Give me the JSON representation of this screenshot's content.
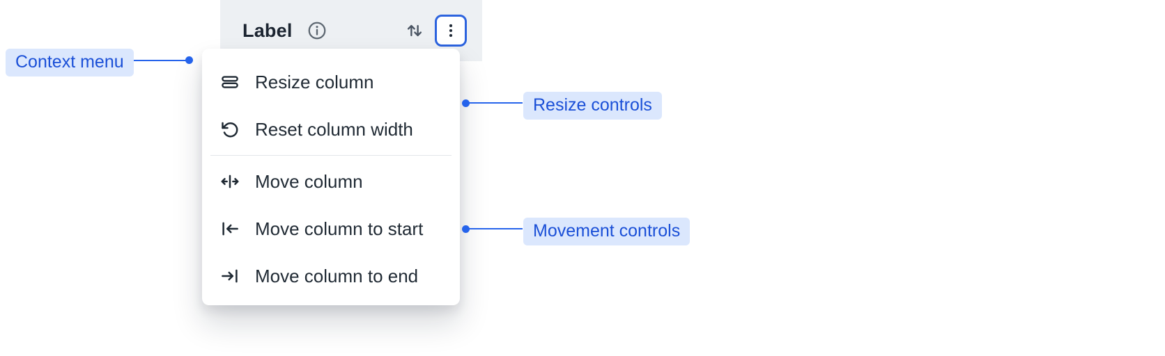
{
  "header": {
    "label": "Label",
    "icons": {
      "info": "info-icon",
      "sort": "sort-vertical-icon",
      "menu": "kebab-menu-icon"
    }
  },
  "menu": {
    "items": [
      {
        "label": "Resize column",
        "icon": "resize-column-icon"
      },
      {
        "label": "Reset column width",
        "icon": "reset-column-width-icon"
      },
      {
        "label": "Move column",
        "icon": "move-column-icon"
      },
      {
        "label": "Move column to start",
        "icon": "move-column-start-icon"
      },
      {
        "label": "Move column to end",
        "icon": "move-column-end-icon"
      }
    ],
    "divider_after_index": 1
  },
  "annotations": {
    "context_menu": "Context menu",
    "resize_controls": "Resize controls",
    "movement_controls": "Movement controls"
  },
  "colors": {
    "annotation_text": "#1a4fd7",
    "annotation_bg": "#dbe7fd",
    "connector": "#2563eb",
    "header_bg": "#edf0f3",
    "menu_text": "#1f2933",
    "focus_ring": "#2c63de",
    "menu_bg": "#ffffff"
  }
}
